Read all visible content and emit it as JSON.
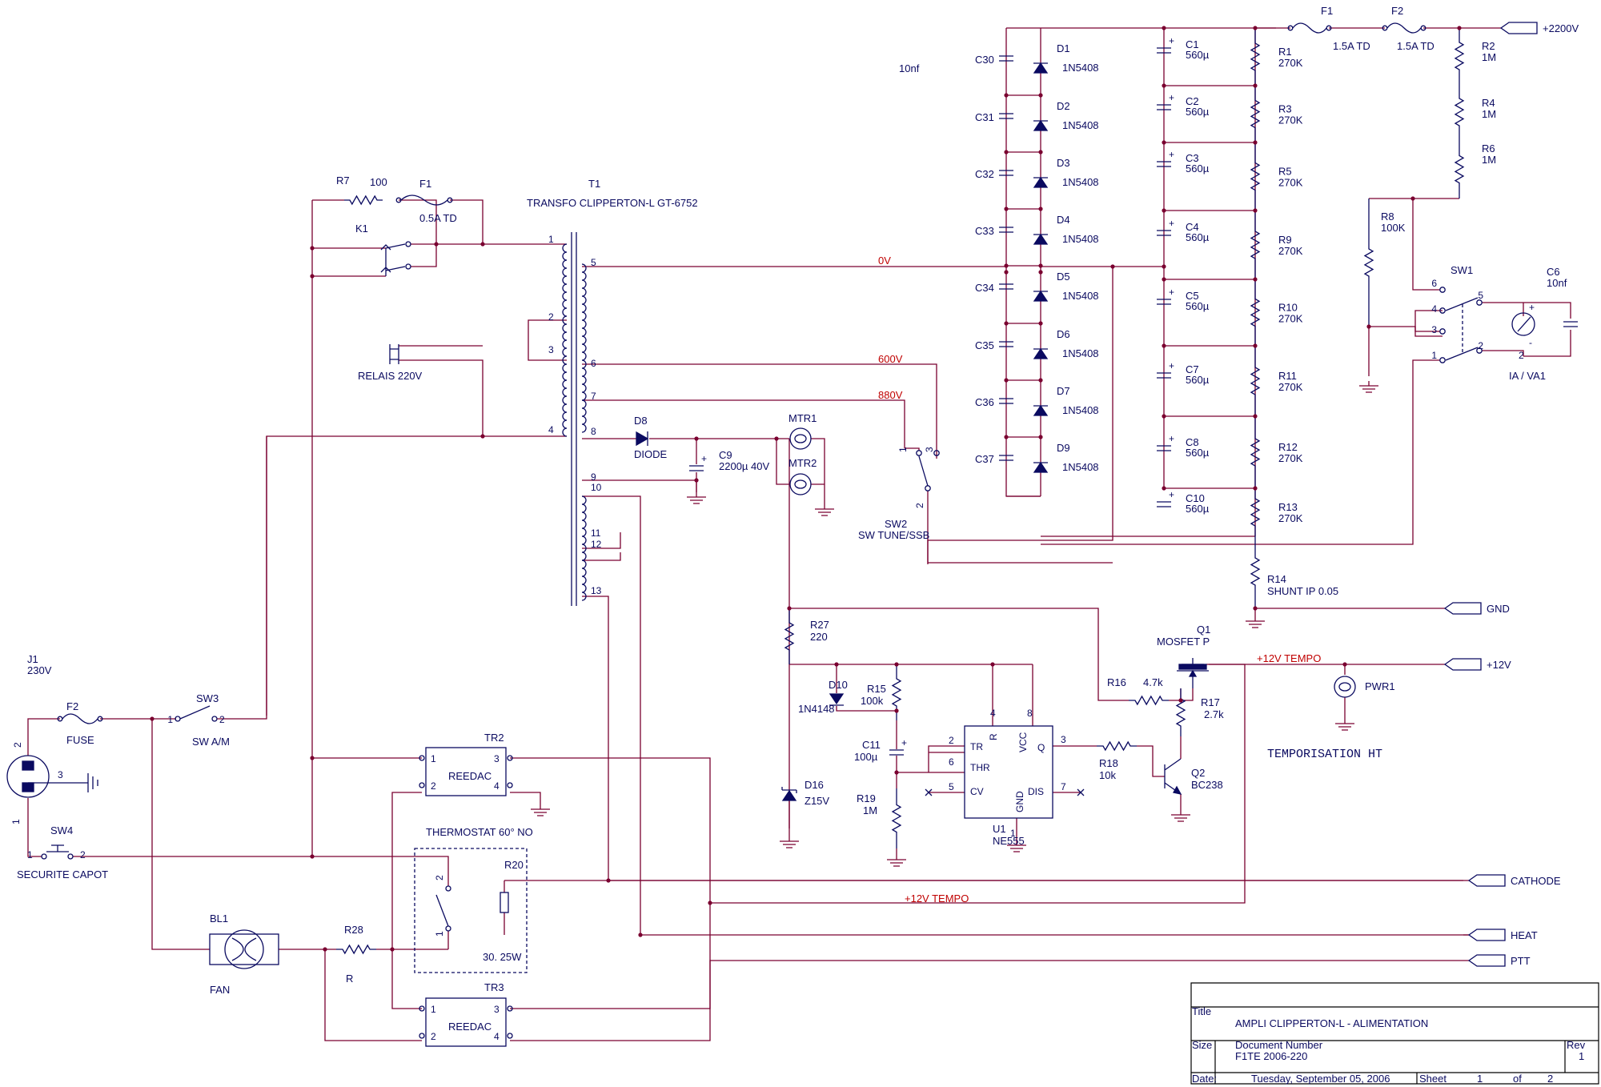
{
  "labels": {
    "T1": "T1",
    "T1v": "TRANSFO CLIPPERTON-L  GT-6752",
    "R7": "R7",
    "R7v": "100",
    "F1a": "F1",
    "F1av": "0.5A TD",
    "K1": "K1",
    "relais": "RELAIS 220V",
    "J1": "J1",
    "J1v": "230V",
    "F2a": "F2",
    "F2av": "FUSE",
    "SW3": "SW3",
    "SW3v": "SW A/M",
    "SW4": "SW4",
    "SW4v": "SECURITE CAPOT",
    "BL1": "BL1",
    "BL1v": "FAN",
    "R28": "R28",
    "R28v": "R",
    "TR2": "TR2",
    "TR3": "TR3",
    "reedac": "REEDAC",
    "thermo": "THERMOSTAT 60° NO",
    "R20": "R20",
    "R20v": "30. 25W",
    "D8": "D8",
    "D8v": "DIODE",
    "C9": "C9",
    "C9v": "2200µ 40V",
    "MTR1": "MTR1",
    "MTR2": "MTR2",
    "SW2": "SW2",
    "SW2v": "SW TUNE/SSB",
    "R27": "R27",
    "R27v": "220",
    "D10": "D10",
    "D10v": "1N4148",
    "R15": "R15",
    "R15v": "100k",
    "C11": "C11",
    "C11v": "100µ",
    "R19": "R19",
    "R19v": "1M",
    "D16": "D16",
    "D16v": "Z15V",
    "U1": "U1",
    "U1v": "NE555",
    "R16": "R16",
    "R16v": "4.7k",
    "Q1": "Q1",
    "Q1v": "MOSFET P",
    "R17": "R17",
    "R17v": "2.7k",
    "R18": "R18",
    "R18v": "10k",
    "Q2": "Q2",
    "Q2v": "BC238",
    "PWR1": "PWR1",
    "tempo": "TEMPORISATION HT",
    "R14": "R14",
    "R14v": "SHUNT IP 0.05",
    "F1b": "F1",
    "F1bv": "1.5A TD",
    "F2b": "F2",
    "F2bv": "1.5A TD",
    "R2": "R2",
    "R4": "R4",
    "R6": "R6",
    "Rmeg": "1M",
    "R8": "R8",
    "R8v": "100K",
    "SW1": "SW1",
    "C6": "C6",
    "C6v": "10nf",
    "IA": "IA / VA1",
    "cap10nf": "10nf",
    "diodeType": "1N5408",
    "capV": "560µ",
    "resV": "270K"
  },
  "nets": {
    "v0": "0V",
    "v600": "600V",
    "v880": "880V",
    "tempo1": "+12V TEMPO",
    "tempo2": "+12V TEMPO"
  },
  "ports": {
    "hv": "+2200V",
    "gnd": "GND",
    "v12": "+12V",
    "cathode": "CATHODE",
    "heat": "HEAT",
    "ptt": "PTT"
  },
  "ladder": {
    "caps": [
      "C30",
      "C31",
      "C32",
      "C33",
      "C34",
      "C35",
      "C36",
      "C37"
    ],
    "diodes": [
      "D1",
      "D2",
      "D3",
      "D4",
      "D5",
      "D6",
      "D7",
      "D9"
    ],
    "filter_caps": [
      "C1",
      "C2",
      "C3",
      "C4",
      "C5",
      "C7",
      "C8",
      "C10"
    ],
    "resistors": [
      "R1",
      "R3",
      "R5",
      "R9",
      "R10",
      "R11",
      "R12",
      "R13"
    ]
  },
  "pins": {
    "t1": [
      "1",
      "2",
      "3",
      "4",
      "5",
      "6",
      "7",
      "8",
      "9",
      "10",
      "11",
      "12",
      "13"
    ],
    "u1": [
      "2",
      "6",
      "5",
      "4",
      "8",
      "3",
      "7",
      "1"
    ],
    "u1names": [
      "TR",
      "THR",
      "CV",
      "R",
      "VCC",
      "Q",
      "DIS",
      "GND"
    ],
    "sw1": [
      "6",
      "4",
      "3",
      "1",
      "5",
      "2"
    ],
    "sw2": [
      "1",
      "3",
      "2"
    ],
    "reed": [
      "1",
      "2",
      "3",
      "4"
    ],
    "misc": [
      "1",
      "2",
      "3",
      "+",
      "-"
    ]
  },
  "title_block": {
    "title_label": "Title",
    "title": "AMPLI  CLIPPERTON-L  -  ALIMENTATION",
    "size_label": "Size",
    "docnum_label": "Document Number",
    "docnum": "F1TE 2006-220",
    "rev_label": "Rev",
    "rev": "1",
    "date_label": "Date:",
    "date": "Tuesday, September 05, 2006",
    "sheet_label": "Sheet",
    "sheet": "1",
    "of_label": "of",
    "of": "2"
  }
}
